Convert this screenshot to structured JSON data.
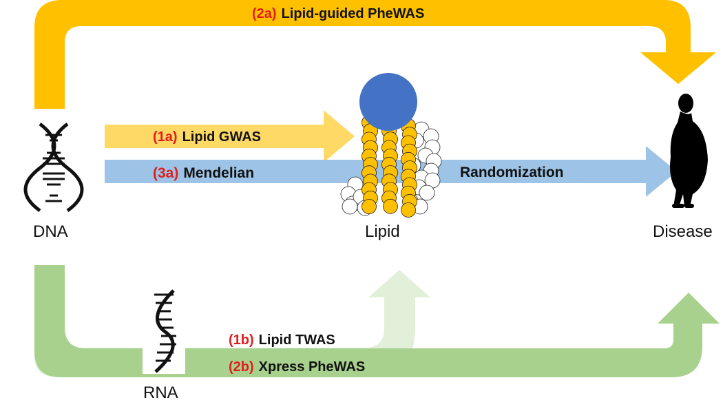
{
  "nodes": {
    "dna": "DNA",
    "rna": "RNA",
    "lipid": "Lipid",
    "disease": "Disease"
  },
  "paths": {
    "lipid_guided_phewas": {
      "tag": "(2a)",
      "label": "Lipid-guided PheWAS"
    },
    "lipid_gwas": {
      "tag": "(1a)",
      "label": "Lipid GWAS"
    },
    "mendelian_randomization": {
      "tag": "(3a)",
      "label": "Mendelian",
      "label_right": "Randomization"
    },
    "lipid_twas": {
      "tag": "(1b)",
      "label": "Lipid TWAS"
    },
    "xpress_phewas": {
      "tag": "(2b)",
      "label": "Xpress PheWAS"
    }
  },
  "colors": {
    "orange": "#ffc000",
    "light_orange": "#ffd966",
    "blue": "#9dc3e6",
    "green": "#a9d18e",
    "light_green": "#e2efd9",
    "lipid_head": "#4472c4",
    "tail": "#ffc000",
    "tag_red": "#e21d1d"
  },
  "icons": {
    "dna": "dna-double-helix-icon",
    "rna": "rna-strand-icon",
    "lipid": "lipid-bilayer-icon",
    "disease": "obese-person-silhouette-icon"
  }
}
